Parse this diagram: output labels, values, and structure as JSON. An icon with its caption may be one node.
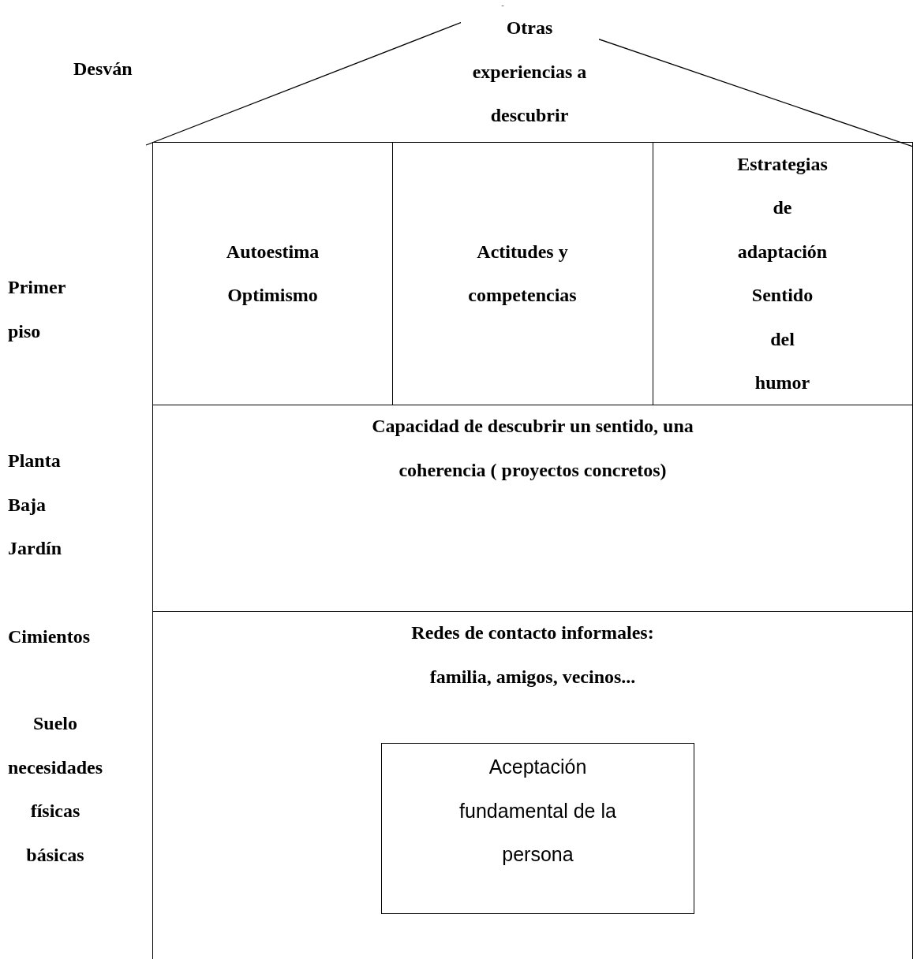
{
  "diagram": {
    "nodes": [
      {
        "text": [
          "Otras experiencias a descubrir"
        ]
      },
      {
        "text": [
          "Autoestima",
          "Optimismo"
        ]
      },
      {
        "text": [
          "Actitudes y competencias"
        ]
      },
      {
        "text": [
          "Estrategias de adaptación",
          "Sentido del humor"
        ]
      },
      {
        "text": [
          "Capacidad de descubrir un sentido, una coherencia ( proyectos concretos)"
        ]
      },
      {
        "text": [
          "Redes de contacto informales:",
          "familia, amigos, vecinos..."
        ]
      },
      {
        "text": [
          "Aceptación fundamental de la persona"
        ],
        "in": 5
      }
    ],
    "labels": [
      "Desván",
      "Primer piso",
      "Planta Baja Jardín",
      "Cimientos",
      "Suelo necesidades físicas básicas"
    ]
  }
}
